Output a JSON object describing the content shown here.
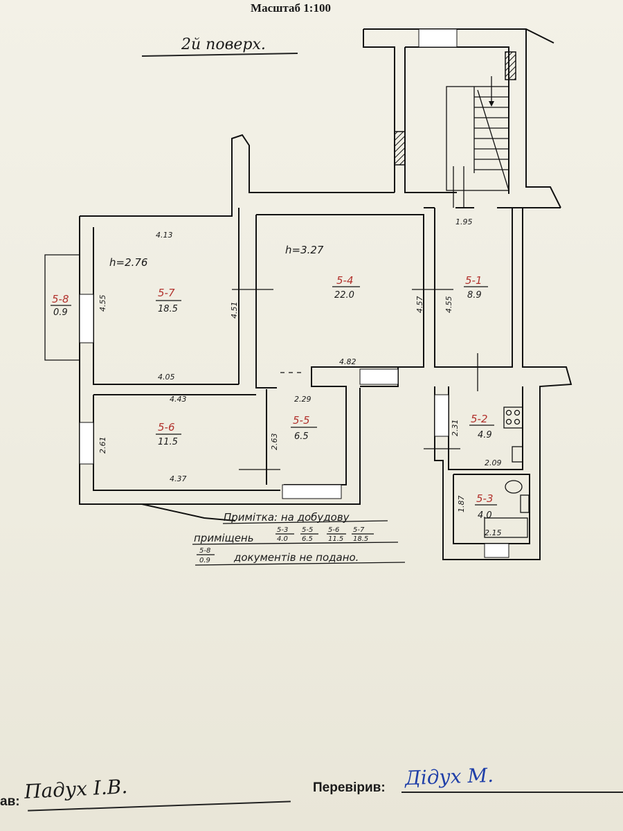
{
  "header": {
    "scale": "Масштаб 1:100",
    "floor_title": "2й поверх."
  },
  "rooms": [
    {
      "id": "5-1",
      "area": "8.9"
    },
    {
      "id": "5-2",
      "area": "4.9"
    },
    {
      "id": "5-3",
      "area": "4.0"
    },
    {
      "id": "5-4",
      "area": "22.0"
    },
    {
      "id": "5-5",
      "area": "6.5"
    },
    {
      "id": "5-6",
      "area": "11.5"
    },
    {
      "id": "5-7",
      "area": "18.5"
    },
    {
      "id": "5-8",
      "area": "0.9"
    }
  ],
  "heights": [
    "h=2.76",
    "h=3.27"
  ],
  "dimensions": {
    "r57_top": "4.13",
    "r57_side": "4.55",
    "r57_right": "4.51",
    "r57_bottom": "4.05",
    "r56_top": "4.43",
    "r56_side": "2.61",
    "r56_bottom": "4.37",
    "r55_top": "2.29",
    "r55_side": "2.63",
    "r54_bottom": "4.82",
    "r54_right": "4.57",
    "r51_top": "1.95",
    "r51_side": "4.55",
    "r52_side": "2.31",
    "r52_bottom": "2.09",
    "r53_side": "1.87",
    "r53_bottom": "2.15"
  },
  "note": {
    "line1": "Примітка: на добудову",
    "line2_prefix": "приміщень",
    "fractions": [
      {
        "num": "5-3",
        "den": "4.0"
      },
      {
        "num": "5-5",
        "den": "6.5"
      },
      {
        "num": "5-6",
        "den": "11.5"
      },
      {
        "num": "5-7",
        "den": "18.5"
      },
      {
        "num": "5-8",
        "den": "0.9"
      }
    ],
    "line3_suffix": "документів не подано."
  },
  "footer": {
    "left_label": "ав:",
    "left_signature": "Падух І.В.",
    "right_label": "Перевірив:",
    "right_signature": "Дідух М."
  },
  "colors": {
    "paper": "#efede2",
    "room_id": "#b2322d",
    "signature_blue": "#1f3fa8",
    "ink": "#1a1a1a"
  }
}
